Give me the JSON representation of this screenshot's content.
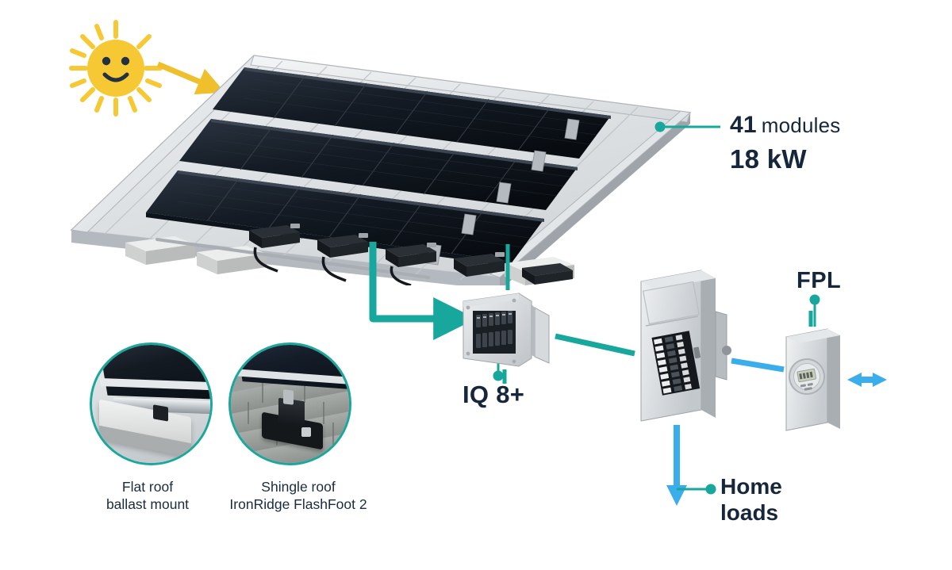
{
  "diagram": {
    "title": "Residential solar PV system one-line diagram",
    "background": "#ffffff"
  },
  "colors": {
    "teal": "#17a79c",
    "blue": "#3aaeea",
    "sun_yellow": "#f6c833",
    "text_navy": "#16263b",
    "panel_black": "#121820",
    "metal_grey": "#c8ccd0"
  },
  "labels": {
    "modules_count": "41",
    "modules_word": "modules",
    "system_size": "18 kW",
    "microinverter": "IQ 8+",
    "utility": "FPL",
    "home_loads_line1": "Home",
    "home_loads_line2": "loads"
  },
  "insets": [
    {
      "id": "flat-roof",
      "caption_line1": "Flat roof",
      "caption_line2": "ballast mount",
      "icon": "flat-roof-ballast-mount-photo"
    },
    {
      "id": "shingle-roof",
      "caption_line1": "Shingle roof",
      "caption_line2": "IronRidge FlashFoot 2",
      "icon": "shingle-roof-flashfoot-photo"
    }
  ],
  "equipment": {
    "array": {
      "name": "solar-panel-array",
      "rows": 3,
      "columns": 6,
      "module_color": "#121820"
    },
    "microinverters": {
      "name": "iq8-plus-microinverters",
      "count": 5
    },
    "ballast_blocks": {
      "name": "concrete-ballast-blocks",
      "count": 3
    },
    "combiner": {
      "name": "iq-combiner-box"
    },
    "service_panel": {
      "name": "main-service-panel"
    },
    "meter": {
      "name": "utility-meter"
    }
  },
  "icons": {
    "sun": "sun-smiley-icon",
    "sun_arrow": "sun-ray-arrow-icon",
    "array_to_combiner": "teal-flow-arrow-icon",
    "combiner_to_panel": "teal-flow-line-icon",
    "panel_to_meter": "blue-flow-line-icon",
    "grid_exchange": "blue-bidirectional-arrow-icon",
    "panel_to_loads": "blue-down-arrow-icon",
    "leader_dot": "leader-dot-icon"
  }
}
